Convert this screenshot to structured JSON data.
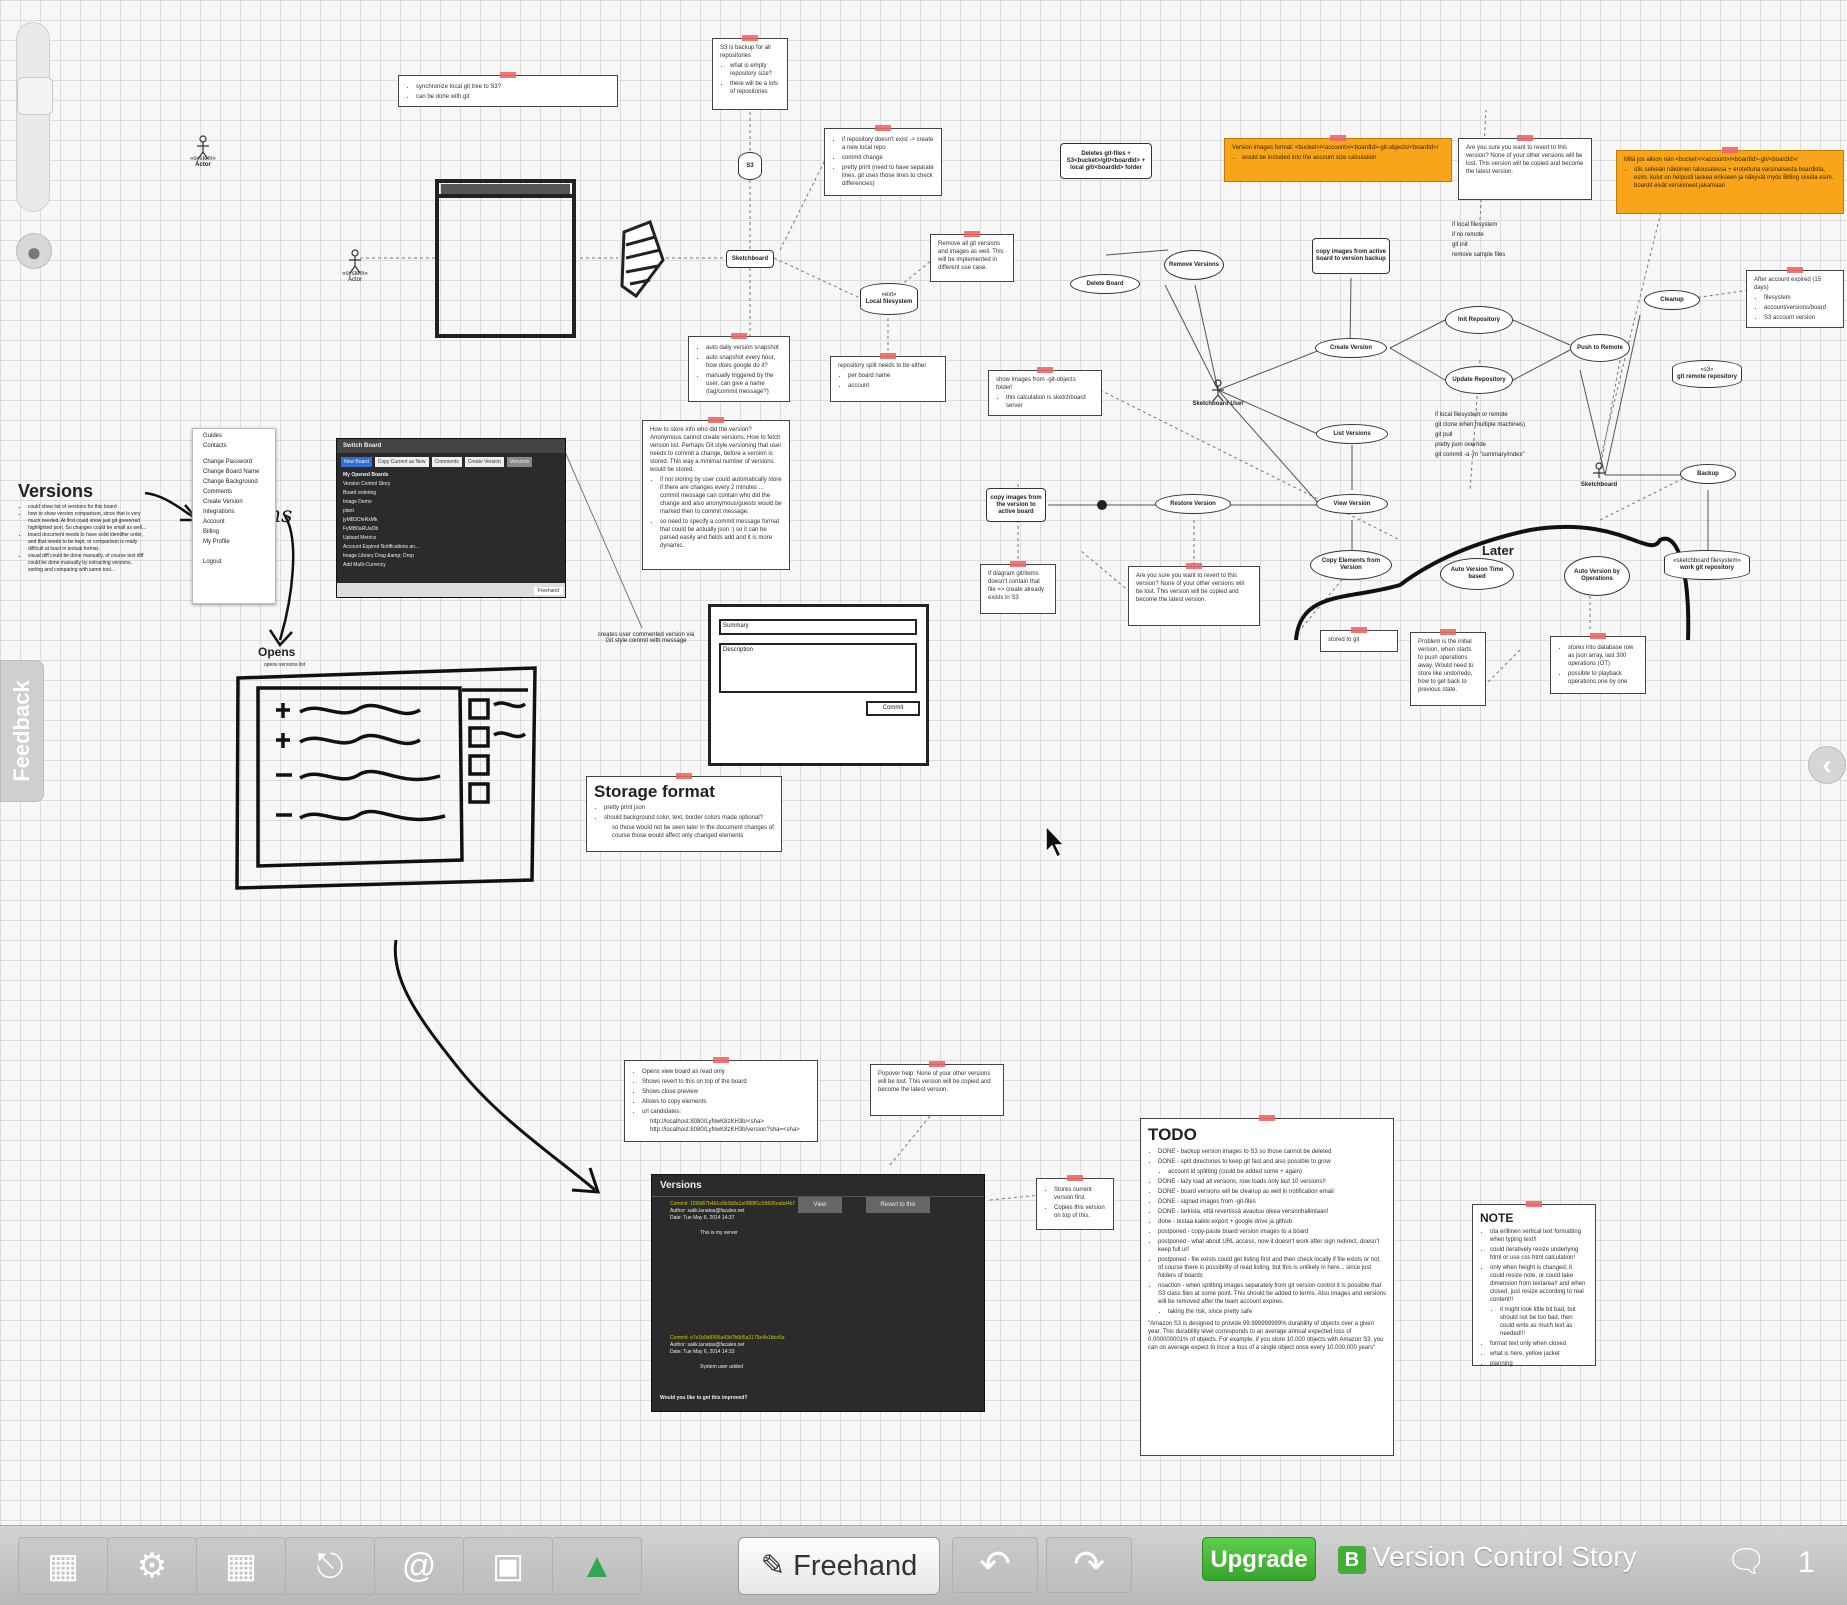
{
  "notes": {
    "sync": [
      "synchronize local git tree to S3?",
      "can be done with git"
    ],
    "s3_backup": {
      "title": "S3 is backup for all repositories",
      "items": [
        "what is empty repository size?",
        "there will be a lots of repositories"
      ]
    },
    "repo_missing": [
      "if repository doesn't exist -> create a new local repo",
      "commit change",
      "pretty print (need to have separate lines, git uses those lines to check differencies)"
    ],
    "remove_all": "Remove all git versions and images as well. This will be implemented in different use case.",
    "delete_git": "Deletes git-files + S3<bucket>/git/<boardId> + local git/<boardId> folder",
    "version_images_format": {
      "title": "Version images format: <bucket>/<account>/<boardId>-git-objects/<boardId>/",
      "items": [
        "would be included into the account size calculation"
      ]
    },
    "revert_top": "Are you sure you want to revert to this version? None of your other versions will be lost. This version will be copied and become the latest version.",
    "fi_images": {
      "title": "Mitä jos alkion nän <bucket>/<account>/<boardId>-git/<boardId>/",
      "items": [
        "olis selkeän näköinen talousalessa + erotettuna varsinaisesta boardista, esim. kulut on helposti laskea erikseen ja näkyvät myös Billing sivulla esim. boardit eivät versioineet jakamaan"
      ]
    },
    "auto_daily": [
      "auto daily version snapshot",
      "auto snapshot every hour, how does google do it?",
      "manually triggered by the user, can give a name (tag/commit message?)"
    ],
    "repo_split": [
      "repository split needs to be either",
      "per board name",
      "account"
    ],
    "show_images": [
      "show images from -git-objects folder!",
      "this calculation is sketchboard server"
    ],
    "how_to_store": "How to store info who did the version? Anonymous cannot create versions. How to fetch version list. Perhaps Git style versioning that user needs to commit a change, before a version is stored. This way a minimal number of versions would be stored.",
    "how_to_store_items": [
      "if not storing by user could automatically store if there are changes every 2 minutes ... commit message can contain who did the change and also anonymous/guests would be marked then to commit message.",
      "so need to specify a commit message format that could be actually json :) so it can be parsed easily and fields add and it is more dynamic."
    ],
    "local_fs_list": [
      "if local filesystem",
      "if no remote",
      "git init",
      "remove sample files"
    ],
    "pull_list": [
      "if local filesystem or remote",
      "git clone when multiple machines)",
      "git pull",
      "pretty json override",
      "git commit -a -m \"summary/index\""
    ],
    "after_expired": {
      "title": "After account expired (15 days)",
      "items": [
        "filesystem",
        "account/versions/board",
        "S3 account version"
      ]
    },
    "diagram_json": "If diagram git/items doesn't contain that file => create already exists in S3",
    "revert_mid": "Are you sure you want to revert to this version? None of your other versions will be lost. This version will be copied and become the latest version.",
    "stored_to_git": "stored to git",
    "problem": "Problem is the initial version, when starts to push operations away. Would need to store like undo/redo, how to get back to previous state.",
    "stores_db": [
      "stores into database row as json array, last 300 operations (OT)",
      "possible to playback operations one by one"
    ],
    "storage_format": {
      "title": "Storage format",
      "items": [
        "pretty print json",
        "should background color, text, border colors made optional?"
      ],
      "sub": "so those would not be seen later in the document changes of course those would affect only changed elements"
    },
    "opens_view": [
      "Opens view board as read only",
      "Shows revert to this on top of the board",
      "Shows close preview",
      "Allows to copy elements",
      "url candidates:"
    ],
    "opens_urls": [
      "http://localhost:8080/LyNwK8zKH3b/<sha>",
      "http://localhost:8080/LyNwK8zKH3b/version?sha=<sha>"
    ],
    "popover": "Popover help: None of your other versions will be lost. This version will be copied and become the latest version.",
    "stores_current": [
      "Stores current version first",
      "Copies this version on top of this."
    ],
    "creates_user_commit": "creates user commented version via Git style commit with message"
  },
  "todo": {
    "title": "TODO",
    "items": [
      "DONE - backup version images to S3 so those cannot be deleted",
      "DONE - split directories to keep git fast and also possible to grow",
      "account id splitting (could be added some + again)",
      "DONE - lazy load all versions, now loads only last 10 versions!!",
      "DONE - board versions will be cleanup as well in notification email",
      "DONE - signed images from -git-files",
      "DONE - tarkista, että revertissä avautuu oikea versionhallintaan!",
      "done - testaa kaikki export + google drive ja github",
      "postponed - copy-paste board version images to a board",
      "postponed - what about URL access, now it doesn't work after sign redirect, doesn't keep full url",
      "postponed - file exists could get listing first and then check locally if file exists or not, of course there is possibility of read listing, but this is unlikely in here... since just folders of boards",
      "noaction - when splitting images separately from git version control it is possible that S3 class files at some point. This should be added to terms. Also images and versions will be removed after the team account expires.",
      "taking the risk, since pretty safe"
    ],
    "footer": "\"Amazon S3 is designed to provide 99.999999999% durability of objects over a given year. This durability level corresponds to an average annual expected loss of 0.000000001% of objects. For example, if you store 10,000 objects with Amazon S3, you can on average expect to incur a loss of a single object once every 10,000,000 years\""
  },
  "note_box": {
    "title": "NOTE",
    "items": [
      "ota erillinen vertical text formatting when typing text!!",
      "could iteratively resize underlying html or use css html calculation!",
      "only when height is changed, it could resize note, or could take dimension from textarea!! and when closed, just resize according to real content!!",
      "it might look little bit bad, but should not be too bad, then could write as much text as needed!!!",
      "format text only when closed",
      "what is here, yellow jacket",
      "planning"
    ]
  },
  "versions_panel": {
    "title": "Versions",
    "items": [
      "could show list of versions for this board",
      "how to show version comparison, since that is very much needed. At first could show just git green/red highlighted json. So changes could be small as well...",
      "board document needs to have solid identifier order, and that needs to be kept, or comparison is really difficult at least in textual format.",
      "visual diff could be done manually, of course text diff could be done manually by extracting versions, sorting and comparing with same tool..."
    ],
    "opens_label": "Opens",
    "opens_sub": "opens versions list"
  },
  "use_cases": {
    "actor1": "Actor",
    "actor2": "Actor",
    "system": "«system»",
    "sketchboard": "Sketchboard",
    "local_fs": "Local filesystem",
    "local_fs_tag": "«ext»",
    "s3": "S3",
    "delete_board": "Delete Board",
    "remove_versions": "Remove Versions",
    "copy_images": "copy images from active board to version backup",
    "create_version": "Create Version",
    "init_repo": "Init Repository",
    "update_repo": "Update Repository",
    "push_remote": "Push to Remote",
    "cleanup": "Cleanup",
    "git_remote": "git remote repository",
    "git_remote_tag": "«s3»",
    "sketchboard_user": "Sketchboard User",
    "list_versions": "List Versions",
    "view_version": "View Version",
    "restore_version": "Restore Version",
    "copy_images2": "copy images from the version to active board",
    "copy_elements": "Copy Elements from Version",
    "auto_time": "Auto Version Time based",
    "auto_ops": "Auto Version by Operations",
    "later": "Later",
    "backup": "Backup",
    "sketchboard2": "Sketchboard",
    "work_repo": "work git repository",
    "work_repo_tag": "«sketchboard filesystem»"
  },
  "menu_items": [
    "Guides",
    "Contacts",
    "Change Password",
    "Change Board Name",
    "Change Background",
    "Comments",
    "Create Version",
    "Integrations",
    "Account",
    "Billing",
    "My Profile",
    "Logout"
  ],
  "switch_board": {
    "title": "Switch Board",
    "buttons": [
      "New Board",
      "Copy Current as New",
      "Comments",
      "Create Version",
      "Versions"
    ],
    "section": "My Opened Boards",
    "rows": [
      "Version Control Story",
      "Board ordering",
      "Image Demo",
      "plant",
      "jyMB3CfeRxMk",
      "FyMB0aRUaOb",
      "Upload Metrics",
      "Account Expired Notifications an...",
      "Image Library Drag &amp; Drop",
      "Add Multi-Currency"
    ]
  },
  "commit_form": {
    "summary": "Summary",
    "description": "Description",
    "commit": "Commit"
  },
  "versions_dialog": {
    "title": "Versions",
    "view": "View",
    "revert": "Revert to this",
    "c1_hash": "Commit: 1f38d67b4b1e8b3b8a1e0f88ff1c59606eabd4b7",
    "c1_author": "Author: sakk.lanatas@facales.net",
    "c1_date": "Date: Tue May 6, 2014 14:37",
    "c1_msg": "This is my server",
    "c2_hash": "Commit: e7e1b0d8996a43d7b8d5a3175e4b1bbe5a",
    "c2_author": "Author: sakk.lanatas@facales.net",
    "c2_date": "Date: Tue May 6, 2014 14:33",
    "c2_msg": "System user added",
    "question": "Would you like to get this improved?"
  },
  "ui": {
    "feedback": "Feedback",
    "freehand": "Freehand",
    "upgrade": "Upgrade",
    "board_letter": "B",
    "board_title": "Version Control Story",
    "comment_count": "1"
  },
  "icons": [
    "document-icon",
    "gear-icon",
    "grid-icon",
    "lock-icon",
    "at-icon",
    "inbox-icon",
    "drive-icon",
    "pencil-icon",
    "undo-icon",
    "redo-icon",
    "chat-icon",
    "globe-icon",
    "chevron-left-icon"
  ]
}
